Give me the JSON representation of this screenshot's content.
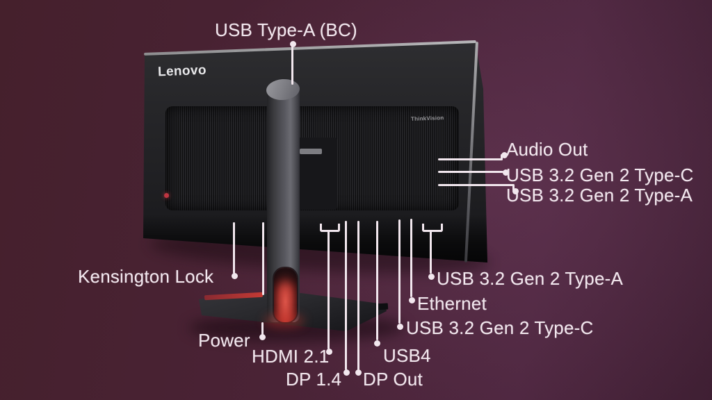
{
  "scene": {
    "description": "Rear view of a Lenovo ThinkVision monitor with port callout labels",
    "background_color": "#4b2338",
    "accent_red": "#c23d35",
    "line_color": "#f2e7ee",
    "text_color": "#f2e7ee"
  },
  "monitor": {
    "brand_logo": "Lenovo",
    "model_logo": "ThinkVision"
  },
  "callouts": {
    "usb_a_bc": "USB Type-A (BC)",
    "audio_out": "Audio Out",
    "usb_c_side": "USB 3.2 Gen 2 Type-C",
    "usb_a_side": "USB 3.2 Gen 2 Type-A",
    "kensington": "Kensington Lock",
    "power": "Power",
    "hdmi": "HDMI 2.1",
    "dp14": "DP 1.4",
    "dp_out": "DP Out",
    "usb4": "USB4",
    "usb_c_rear": "USB 3.2 Gen 2 Type-C",
    "ethernet": "Ethernet",
    "usb_a_rear": "USB 3.2 Gen 2 Type-A"
  }
}
